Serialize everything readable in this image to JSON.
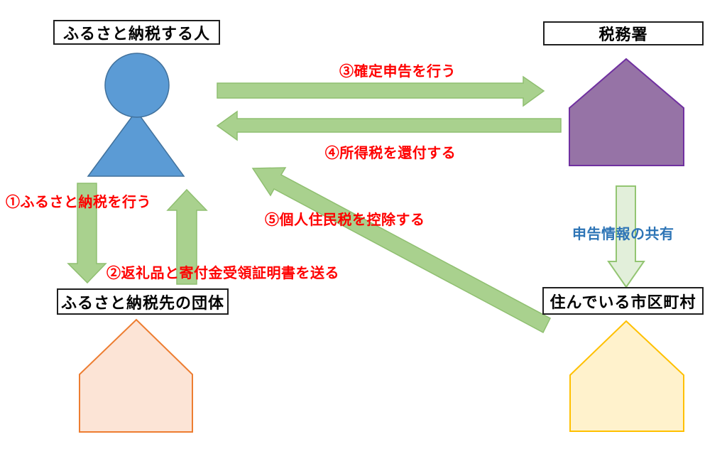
{
  "nodes": {
    "donor": {
      "label": "ふるさと納税する人",
      "icon": "person-icon",
      "fill": "#5B9BD5",
      "stroke": "#41719C"
    },
    "tax_office": {
      "label": "税務署",
      "icon": "house-icon",
      "fill": "#9673A6",
      "stroke": "#7030A0"
    },
    "recipient": {
      "label": "ふるさと納税先の団体",
      "icon": "house-icon",
      "fill": "#FCE4D6",
      "stroke": "#ED7D31"
    },
    "municipality": {
      "label": "住んでいる市区町村",
      "icon": "house-icon",
      "fill": "#FFF2CC",
      "stroke": "#FFC000"
    }
  },
  "arrows": {
    "step1": {
      "label": "①ふるさと納税を行う",
      "from": "donor",
      "to": "recipient",
      "direction": "down",
      "label_color": "#FF0000"
    },
    "step2": {
      "label": "②返礼品と寄付金受領証明書を送る",
      "from": "recipient",
      "to": "donor",
      "direction": "up",
      "label_color": "#FF0000"
    },
    "step3": {
      "label": "③確定申告を行う",
      "from": "donor",
      "to": "tax_office",
      "direction": "right",
      "label_color": "#FF0000"
    },
    "step4": {
      "label": "④所得税を還付する",
      "from": "tax_office",
      "to": "donor",
      "direction": "left",
      "label_color": "#FF0000"
    },
    "step5": {
      "label": "⑤個人住民税を控除する",
      "from": "municipality",
      "to": "donor",
      "direction": "up-left-diagonal",
      "label_color": "#FF0000"
    },
    "info_share": {
      "label": "申告情報の共有",
      "from": "tax_office",
      "to": "municipality",
      "direction": "down",
      "label_color": "#2E75B6"
    }
  },
  "colors": {
    "arrow_fill": "#A9D18E",
    "arrow_stroke": "#8FBF70",
    "pale_arrow_fill": "#E2EFDA",
    "pale_arrow_stroke": "#93C572",
    "label_red": "#FF0000",
    "label_blue": "#2E75B6",
    "box_border": "#1F1F1F",
    "background": "#FFFFFF"
  }
}
